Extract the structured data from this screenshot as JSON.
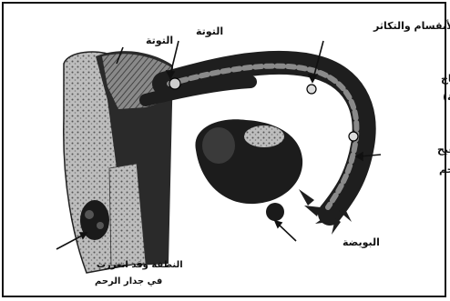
{
  "colors": {
    "ink": "#111111",
    "tissue_dark": "#2a2a2a",
    "tissue_mid": "#6e6e6e",
    "tissue_light": "#bdbdbd",
    "background": "#ffffff"
  },
  "labels": {
    "morula_left": "التوتة",
    "morula_right": "التوتة",
    "cleavage_start": "بداية الأنقسام والتكاثر",
    "zygote_line1": "النطفة الأمشاج",
    "zygote_line2": "(البويضة الملقحة)",
    "fertilization_line1": "أثناء التلقيح",
    "fertilization_line2": "في قناة الرحم",
    "ovum": "البويضة",
    "implantation_line1": "النطفة وقد انغرزت",
    "implantation_line2": "في جدار الرحم"
  }
}
